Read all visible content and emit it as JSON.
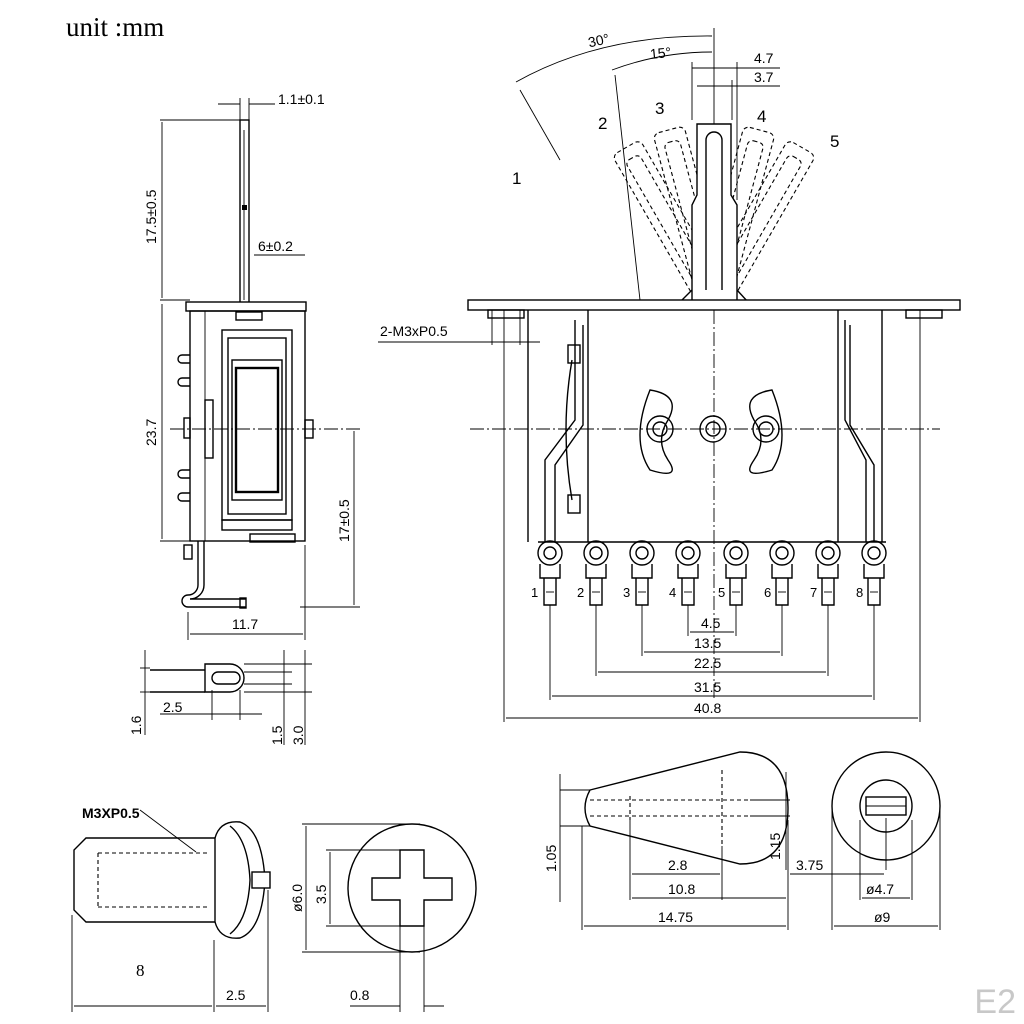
{
  "header": {
    "unit_label": "unit :mm"
  },
  "watermark": "E2",
  "side_view": {
    "dim_blade_thickness": "1.1±0.1",
    "dim_blade_height": "17.5±0.5",
    "dim_blade_offset": "6±0.2",
    "dim_body_height": "23.7",
    "dim_lower_height": "17±0.5",
    "dim_body_depth": "11.7"
  },
  "lug_detail": {
    "dim_1_6": "1.6",
    "dim_2_5": "2.5",
    "dim_1_5": "1.5",
    "dim_3_0": "3.0"
  },
  "front_view": {
    "angle_30": "30°",
    "angle_15": "15°",
    "dim_4_7": "4.7",
    "dim_3_7": "3.7",
    "positions": [
      "1",
      "2",
      "3",
      "4",
      "5"
    ],
    "screw_callout": "2-M3xP0.5",
    "pins": [
      "1",
      "2",
      "3",
      "4",
      "5",
      "6",
      "7",
      "8"
    ],
    "dim_4_5": "4.5",
    "dim_13_5": "13.5",
    "dim_22_5": "22.5",
    "dim_31_5": "31.5",
    "dim_40_8": "40.8"
  },
  "screw_detail": {
    "thread_callout": "M3XP0.5",
    "dim_length": "8",
    "dim_head": "2.5",
    "dim_dia": "ø6.0",
    "dim_cross": "3.5",
    "dim_slot": "0.8"
  },
  "knob_detail": {
    "dim_1_05": "1.05",
    "dim_1_15": "1.15",
    "dim_2_8": "2.8",
    "dim_10_8": "10.8",
    "dim_14_75": "14.75",
    "dim_3_75": "3.75",
    "dim_inner_dia": "ø4.7",
    "dim_outer_dia": "ø9"
  }
}
